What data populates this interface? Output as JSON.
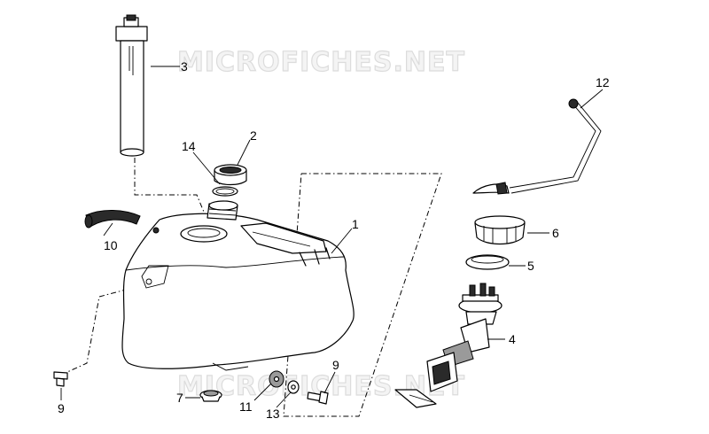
{
  "watermarks": [
    "MICROFICHES.NET",
    "MICROFICHES.NET"
  ],
  "callouts": {
    "c1": "1",
    "c2": "2",
    "c3": "3",
    "c4": "4",
    "c5": "5",
    "c6": "6",
    "c7": "7",
    "c9a": "9",
    "c9b": "9",
    "c10": "10",
    "c11": "11",
    "c12": "12",
    "c13": "13",
    "c14": "14"
  }
}
